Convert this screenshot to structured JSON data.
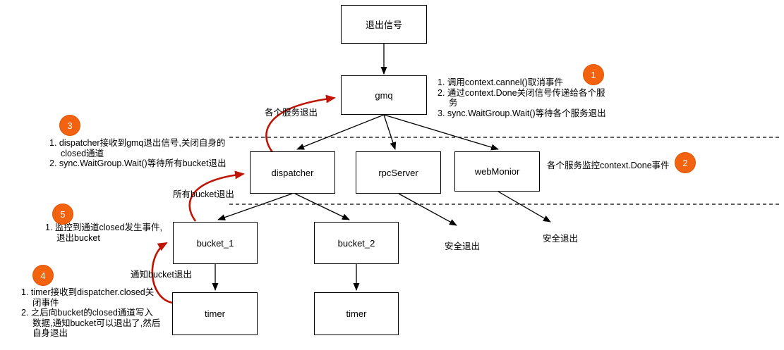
{
  "nodes": {
    "exit_signal": {
      "label": "退出信号"
    },
    "gmq": {
      "label": "gmq"
    },
    "dispatcher": {
      "label": "dispatcher"
    },
    "rpc_server": {
      "label": "rpcServer"
    },
    "web_monior": {
      "label": "webMonior"
    },
    "bucket_1": {
      "label": "bucket_1"
    },
    "bucket_2": {
      "label": "bucket_2"
    },
    "timer_1": {
      "label": "timer"
    },
    "timer_2": {
      "label": "timer"
    }
  },
  "edge_labels": {
    "svc_exit": "各个服务退出",
    "all_bucket_exit": "所有bucket退出",
    "notify_bucket_exit": "通知bucket退出",
    "safe_exit_1": "安全退出",
    "safe_exit_2": "安全退出",
    "monitor_done": "各个服务监控context.Done事件"
  },
  "annotations": {
    "note1": {
      "badge": "1",
      "items": [
        "1. 调用context.cannel()取消事件",
        "2. 通过context.Done关闭信号传递给各个服务",
        "3. sync.WaitGroup.Wait()等待各个服务退出"
      ]
    },
    "note2": {
      "badge": "2"
    },
    "note3": {
      "badge": "3",
      "items": [
        "1. dispatcher接收到gmq退出信号,关闭自身的\nclosed通道",
        "2. sync.WaitGroup.Wait()等待所有bucket退出"
      ]
    },
    "note4": {
      "badge": "4",
      "items": [
        "1. timer接收到dispatcher.closed关\n闭事件",
        "2. 之后向bucket的closed通道写入\n数据,通知bucket可以退出了,然后\n自身退出"
      ]
    },
    "note5": {
      "badge": "5",
      "items": [
        "1. 监控到通道closed发生事件,\n退出bucket"
      ]
    }
  },
  "colors": {
    "arrow_black": "#000000",
    "arrow_red": "#bf1304",
    "badge_orange": "#f2620f",
    "node_border": "#000000"
  }
}
